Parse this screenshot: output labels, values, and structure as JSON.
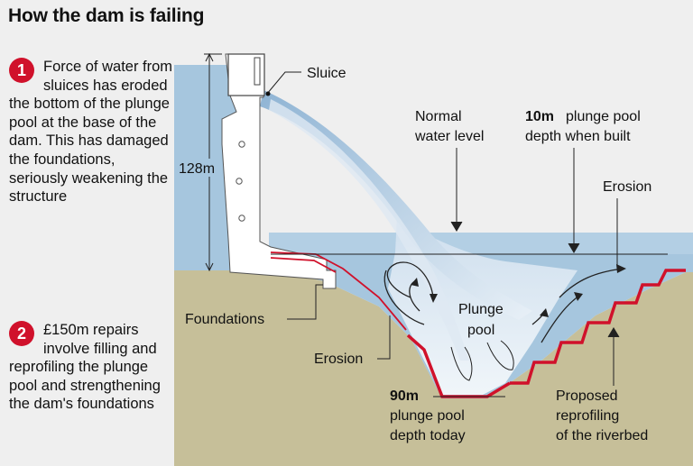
{
  "title": "How the dam is failing",
  "steps": [
    {
      "number": "1",
      "text": "Force of water from sluices has eroded the bottom of the plunge pool at the base of the dam. This has damaged the foundations, seriously weakening the structure"
    },
    {
      "number": "2",
      "text": "£150m repairs involve filling and reprofiling the plunge pool and strengthening the dam's foundations"
    }
  ],
  "labels": {
    "sluice": "Sluice",
    "height_value": "128m",
    "normal_water_1": "Normal",
    "normal_water_2": "water level",
    "plunge_built_value": "10m",
    "plunge_built_1": "plunge pool",
    "plunge_built_2": "depth when built",
    "erosion_right": "Erosion",
    "foundations": "Foundations",
    "plunge_pool_1": "Plunge",
    "plunge_pool_2": "pool",
    "erosion_left": "Erosion",
    "depth_today_value": "90m",
    "depth_today_1": "plunge pool",
    "depth_today_2": "depth today",
    "reprofile_1": "Proposed",
    "reprofile_2": "reprofiling",
    "reprofile_3": "of the riverbed"
  },
  "colors": {
    "water": "#a6c6de",
    "water_light": "#c9dcec",
    "ground": "#c6bf99",
    "dam": "#ffffff",
    "accent_red": "#d0112b"
  }
}
